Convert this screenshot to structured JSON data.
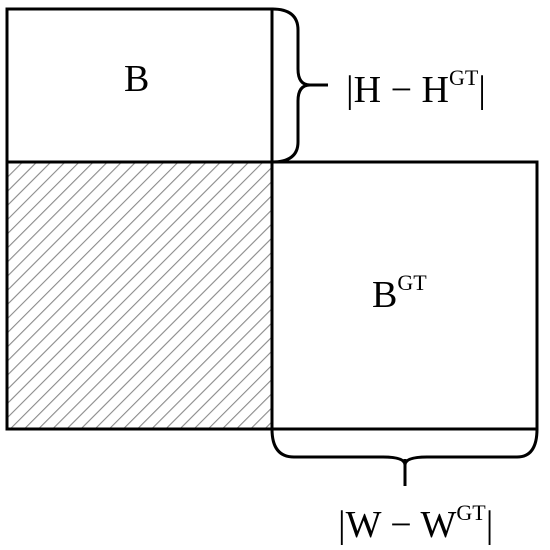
{
  "labels": {
    "box_b": "B",
    "box_gt_base": "B",
    "box_gt_sup": "GT",
    "height_bar_open": "|",
    "height_var": "H",
    "height_minus": " − ",
    "height_var_gt_base": "H",
    "height_var_gt_sup": "GT",
    "height_bar_close": "|",
    "width_bar_open": "|",
    "width_var": "W",
    "width_minus": " − ",
    "width_var_gt_base": "W",
    "width_var_gt_sup": "GT",
    "width_bar_close": "|"
  },
  "colors": {
    "stroke": "#000000",
    "hatch": "#8a8a8a",
    "background": "#ffffff"
  }
}
